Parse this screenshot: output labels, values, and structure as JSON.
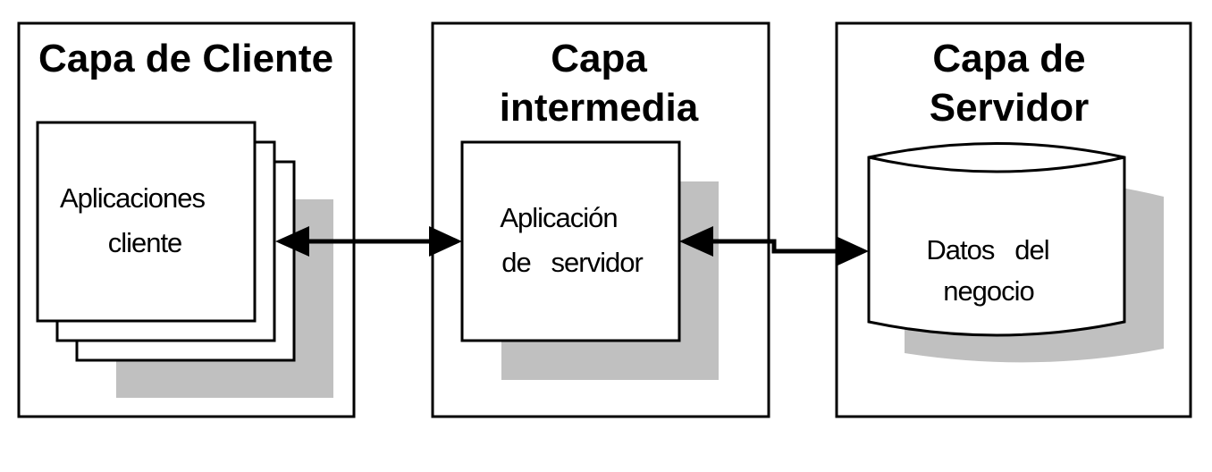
{
  "diagram": {
    "client_tier": {
      "title": "Capa de Cliente",
      "box_label_line1": "Aplicaciones",
      "box_label_line2": "cliente"
    },
    "middle_tier": {
      "title_line1": "Capa",
      "title_line2": "intermedia",
      "box_label_line1": "Aplicación",
      "box_label_line2": "de   servidor"
    },
    "server_tier": {
      "title_line1": "Capa de",
      "title_line2": "Servidor",
      "db_label_line1": "Datos   del",
      "db_label_line2": "negocio"
    },
    "colors": {
      "stroke": "#000000",
      "shadow": "#c0c0c0",
      "fill": "#ffffff"
    }
  }
}
